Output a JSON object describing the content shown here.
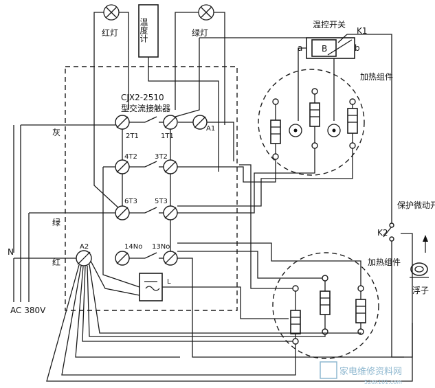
{
  "labels": {
    "red_lamp": "红灯",
    "green_lamp": "绿灯",
    "thermometer": "温度计",
    "thermo_switch": "温控开关",
    "k1": "K1",
    "a": "a",
    "b": "b",
    "B": "B",
    "contactor_model": "CJX2-2510",
    "contactor_name": "型交流接触器",
    "heat_group_top": "加热组件",
    "heat_group_bottom": "加热组件",
    "protect_switch": "保护微动开关",
    "k2": "K2",
    "float": "浮子",
    "ash": "灰",
    "green": "绿",
    "red": "红",
    "n": "N",
    "ac": "AC  380V",
    "t_2t1": "2T1",
    "t_1t1": "1T1",
    "t_a1": "A1",
    "t_4t2": "4T2",
    "t_3t2": "3T2",
    "t_6t3": "6T3",
    "t_5t3": "5T3",
    "t_14no": "14No",
    "t_13no": "13No",
    "t_a2": "A2",
    "t_l": "L"
  },
  "watermark": {
    "name": "家电维修资料网",
    "url": "52dx101.com"
  }
}
